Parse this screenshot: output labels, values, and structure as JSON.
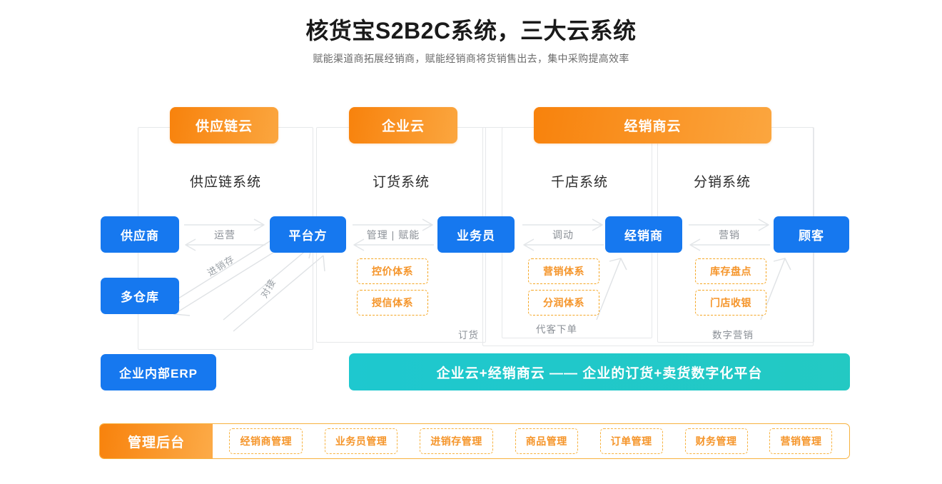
{
  "page": {
    "title": "核货宝S2B2C系统，三大云系统",
    "subtitle": "赋能渠道商拓展经销商，赋能经销商将货销售出去，集中采购提高效率"
  },
  "colors": {
    "orange_start": "#f8820c",
    "orange_end": "#fba63f",
    "blue": "#1678ef",
    "teal_start": "#1ec8cf",
    "teal_end": "#23c9c3",
    "dashed_orange": "#f5a623",
    "frame_gray": "#e6e8ea",
    "caption_gray": "#8a8f96"
  },
  "clouds": [
    {
      "label": "供应链云"
    },
    {
      "label": "企业云"
    },
    {
      "label": "经销商云"
    }
  ],
  "systems": [
    {
      "label": "供应链系统"
    },
    {
      "label": "订货系统"
    },
    {
      "label": "千店系统"
    },
    {
      "label": "分销系统"
    }
  ],
  "roles": [
    {
      "label": "供应商"
    },
    {
      "label": "平台方"
    },
    {
      "label": "业务员"
    },
    {
      "label": "经销商"
    },
    {
      "label": "顾客"
    },
    {
      "label": "多仓库"
    },
    {
      "label": "企业内部ERP"
    }
  ],
  "flows": [
    {
      "label": "运营"
    },
    {
      "label": "管理 | 赋能"
    },
    {
      "label": "调动"
    },
    {
      "label": "营销"
    }
  ],
  "diagonals": [
    {
      "label": "进销存"
    },
    {
      "label": "对接"
    }
  ],
  "tags": [
    {
      "label": "控价体系"
    },
    {
      "label": "授信体系"
    },
    {
      "label": "营销体系"
    },
    {
      "label": "分润体系"
    },
    {
      "label": "库存盘点"
    },
    {
      "label": "门店收银"
    }
  ],
  "captions": [
    {
      "label": "订货"
    },
    {
      "label": "代客下单"
    },
    {
      "label": "数字营销"
    }
  ],
  "banner": {
    "label": "企业云+经销商云 —— 企业的订货+卖货数字化平台"
  },
  "admin": {
    "label": "管理后台",
    "items": [
      {
        "label": "经销商管理"
      },
      {
        "label": "业务员管理"
      },
      {
        "label": "进销存管理"
      },
      {
        "label": "商品管理"
      },
      {
        "label": "订单管理"
      },
      {
        "label": "财务管理"
      },
      {
        "label": "营销管理"
      }
    ]
  }
}
